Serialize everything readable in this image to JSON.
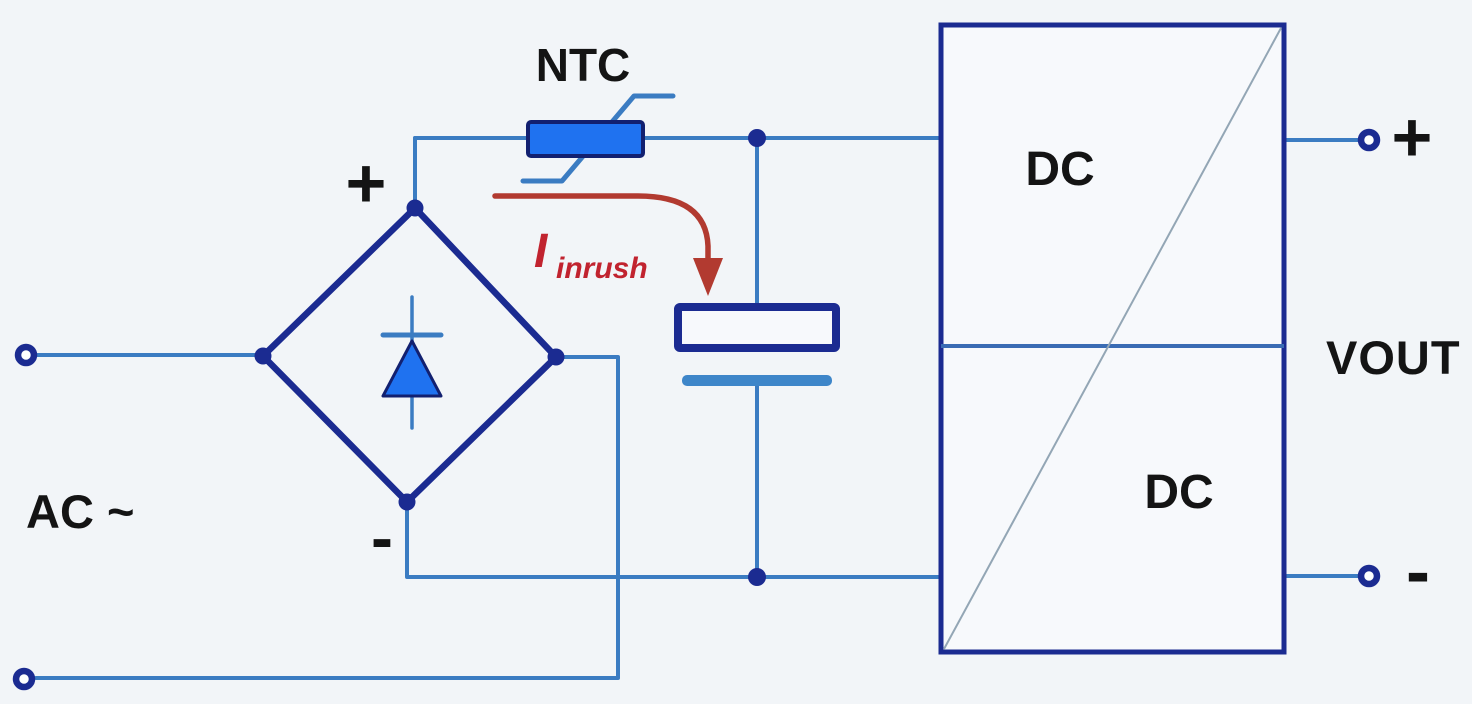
{
  "labels": {
    "ntc": "NTC",
    "ac_input": "AC ~",
    "bridge_positive": "+",
    "bridge_negative": "-",
    "inrush_current": {
      "symbol": "I",
      "subscript": "inrush"
    },
    "converter_input": "DC",
    "converter_output": "DC",
    "output_positive": "+",
    "output_negative": "-",
    "vout": "VOUT"
  },
  "colors": {
    "bg": "#f2f5f8",
    "panel": "#f7f9fc",
    "wire": "#3b7cc2",
    "navy": "#1b2b91",
    "navy-dark": "#122070",
    "comp-blue": "#1f72f0",
    "cap-blue": "#3e86c9",
    "divider": "#3a6cb4",
    "diagonal": "#93a6b5",
    "red": "#b23a30",
    "red-text": "#c1232f",
    "ink": "#141414"
  }
}
